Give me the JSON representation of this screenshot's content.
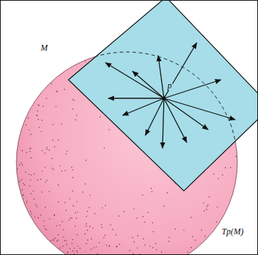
{
  "diagram": {
    "labels": [
      "M",
      "p",
      "Tp(M)"
    ]
  }
}
